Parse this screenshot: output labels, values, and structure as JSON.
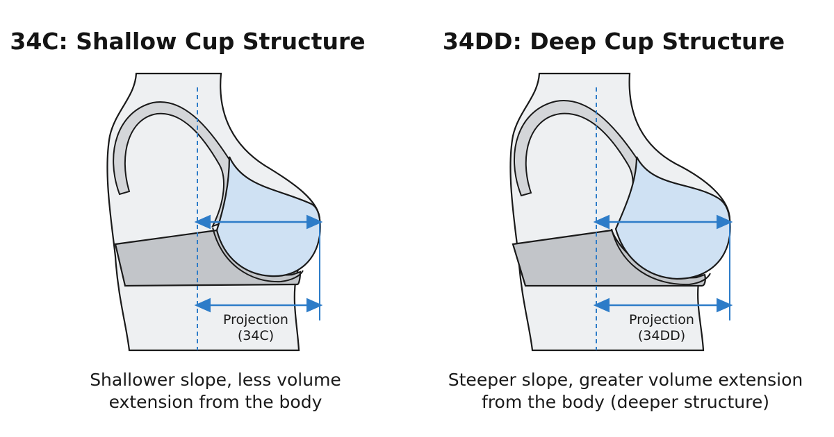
{
  "panels": [
    {
      "title": "34C: Shallow Cup Structure",
      "projection_label": "Projection",
      "size_label": "(34C)",
      "caption_lines": [
        "Shallower slope, less volume",
        "extension from the body"
      ]
    },
    {
      "title": "34DD: Deep Cup Structure",
      "projection_label": "Projection",
      "size_label": "(34DD)",
      "caption_lines": [
        "Steeper slope, greater volume extension",
        "from the body (deeper structure)"
      ]
    }
  ],
  "colors": {
    "body_fill": "#eef0f2",
    "cup_fill": "#cfe1f3",
    "band_fill": "#c2c5c9",
    "strap_fill": "#d4d6d9",
    "outline": "#1a1a1a",
    "guide_blue": "#2d7cc8"
  },
  "icons": {
    "arrow": "double-headed-arrow-icon"
  }
}
